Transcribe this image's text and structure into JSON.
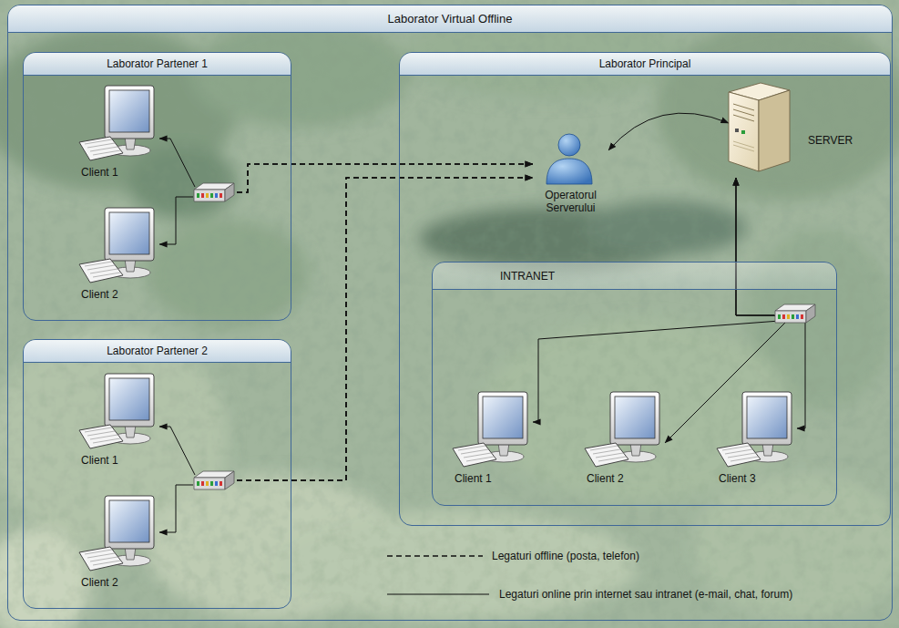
{
  "diagram": {
    "nodes": [
      {
        "text": [
          "Laborator Virtual Offline"
        ]
      },
      {
        "text": [
          "Laborator Partener 1"
        ],
        "in": 0
      },
      {
        "text": [
          "Client 1"
        ],
        "in": 1
      },
      {
        "text": [
          "Client 2"
        ],
        "in": 1
      },
      {
        "text": [
          "Laborator Principal"
        ],
        "in": 0
      },
      {
        "text": [
          "Operatorul Serverului"
        ],
        "in": 4
      },
      {
        "text": [
          "SERVER"
        ],
        "in": 4
      },
      {
        "text": [
          "INTRANET"
        ],
        "in": 4
      },
      {
        "text": [
          "Client 1"
        ],
        "in": 7
      },
      {
        "text": [
          "Client 2"
        ],
        "in": 7
      },
      {
        "text": [
          "Client 3"
        ],
        "in": 7
      },
      {
        "text": [
          "Laborator Partener 2"
        ],
        "in": 0
      },
      {
        "text": [
          "Client 1"
        ],
        "in": 11
      },
      {
        "text": [
          "Client 2"
        ],
        "in": 11
      }
    ],
    "edges": [
      {
        "from": 2,
        "to": 5,
        "arrow": "both"
      },
      {
        "from": 3,
        "to": 5,
        "arrow": "both"
      },
      {
        "from": 12,
        "to": 5,
        "arrow": "both"
      },
      {
        "from": 13,
        "to": 5,
        "arrow": "both"
      },
      {
        "from": 5,
        "to": 6,
        "arrow": "both"
      },
      {
        "from": 8,
        "to": 6,
        "arrow": "both"
      },
      {
        "from": 9,
        "to": 6,
        "arrow": "both"
      },
      {
        "from": 10,
        "to": 6,
        "arrow": "both"
      }
    ],
    "legend": [
      {
        "text": "Legaturi offline (posta, telefon)"
      },
      {
        "text": "Legaturi online prin internet sau intranet (e-mail, chat, forum)"
      }
    ]
  }
}
